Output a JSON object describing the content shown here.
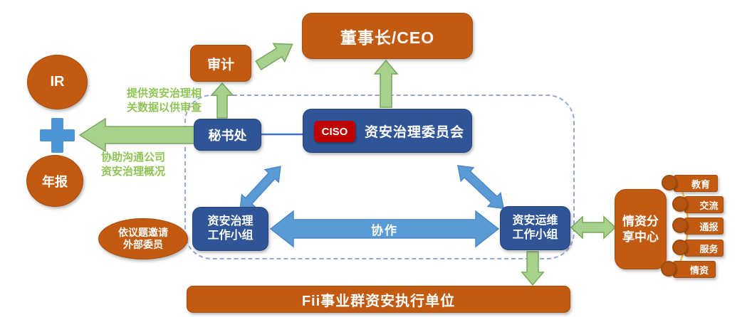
{
  "nodes": {
    "ir": "IR",
    "annual_report": "年报",
    "audit": "审计",
    "chairman_ceo": "董事长/CEO",
    "secretariat": "秘书处",
    "ciso_badge": "CISO",
    "committee": "资安治理委员会",
    "governance_group": [
      "资安治理",
      "工作小组"
    ],
    "ops_group": [
      "资安运维",
      "工作小组"
    ],
    "external_members": [
      "依议题邀请",
      "外部委员"
    ],
    "intel_center": [
      "情资分",
      "享中心"
    ],
    "execution_unit": "Fii事业群资安执行单位"
  },
  "labels": {
    "collaboration": "协作",
    "provide_note": [
      "提供资安治理相",
      "关数据以供审查"
    ],
    "assist_note": [
      "协助沟通公司",
      "资安治理概况"
    ]
  },
  "pills": [
    "教育",
    "交流",
    "通报",
    "服务",
    "情资"
  ],
  "colors": {
    "orange": "#c25a11",
    "dark_blue": "#2f5597",
    "arrow_blue": "#5b9bd5",
    "arrow_green_fill": "#a9d18e",
    "arrow_green_stroke": "#76a85c",
    "ciso_red": "#c00000",
    "note_green": "#8fc455",
    "dashed_border": "#8fa9d6",
    "plus_blue": "#4d94d4",
    "arc_yellow": "#f2c14e"
  }
}
